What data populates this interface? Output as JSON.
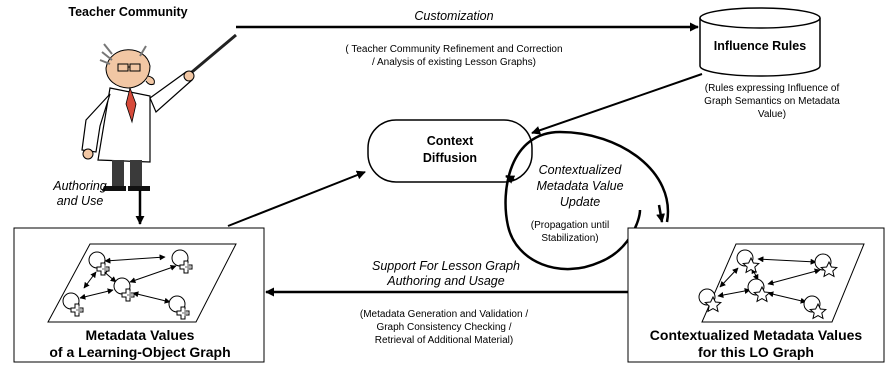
{
  "nodes": {
    "teacher": {
      "title": "Teacher Community"
    },
    "rules": {
      "title": "Influence Rules",
      "desc": [
        "(Rules expressing  Influence of",
        "Graph Semantics on Metadata",
        "Value)"
      ]
    },
    "context": {
      "title": [
        "Context",
        "Diffusion"
      ]
    },
    "metadata": {
      "title": [
        "Metadata Values",
        "of a Learning-Object Graph"
      ]
    },
    "contextualized": {
      "title": [
        "Contextualized Metadata Values",
        "for this LO Graph"
      ]
    }
  },
  "edges": {
    "customization": {
      "label": "Customization",
      "desc": [
        "( Teacher Community Refinement and Correction",
        "/ Analysis of existing Lesson Graphs)"
      ]
    },
    "authoring": {
      "label": [
        "Authoring",
        "and Use"
      ]
    },
    "update": {
      "label": [
        "Contextualized",
        "Metadata Value",
        "Update"
      ],
      "desc": [
        "(Propagation until",
        "Stabilization)"
      ]
    },
    "support": {
      "label": [
        "Support For Lesson Graph",
        "Authoring and Usage"
      ],
      "desc": [
        "(Metadata Generation and Validation /",
        "Graph Consistency Checking /",
        "Retrieval of Additional Material)"
      ]
    }
  },
  "colors": {
    "stroke": "#000000",
    "figure_coat": "#ffffff",
    "figure_tie": "#d64a3a",
    "figure_pants": "#3a3a3a",
    "figure_skin": "#f2c7a4",
    "glyph_gray": "#9a9a9a"
  },
  "icons": [
    "professor-figure-icon",
    "database-cylinder-icon",
    "graph-plus-node-icon",
    "graph-star-node-icon"
  ]
}
